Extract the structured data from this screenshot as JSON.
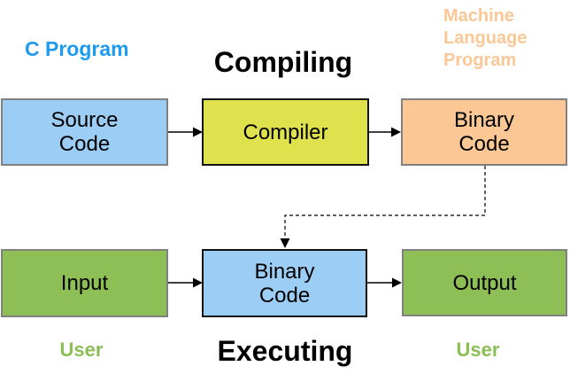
{
  "diagram": {
    "title_top": "Compiling",
    "title_bottom": "Executing",
    "annotations": {
      "c_program": "C Program",
      "machine_language_program": "Machine\nLanguage\nProgram",
      "user_left": "User",
      "user_right": "User"
    },
    "boxes": {
      "source_code": "Source\nCode",
      "compiler": "Compiler",
      "binary_code_top": "Binary\nCode",
      "input": "Input",
      "binary_code_middle": "Binary\nCode",
      "output": "Output"
    },
    "colors": {
      "box_blue": "#9CCEF5",
      "box_yellow": "#DFE24C",
      "box_orange": "#FAC795",
      "box_green": "#8DBF56",
      "border_gray": "#808080",
      "border_black": "#111111",
      "text_blue": "#1E9AF0",
      "text_orange": "#FAC795",
      "text_green": "#8CBE56"
    }
  }
}
